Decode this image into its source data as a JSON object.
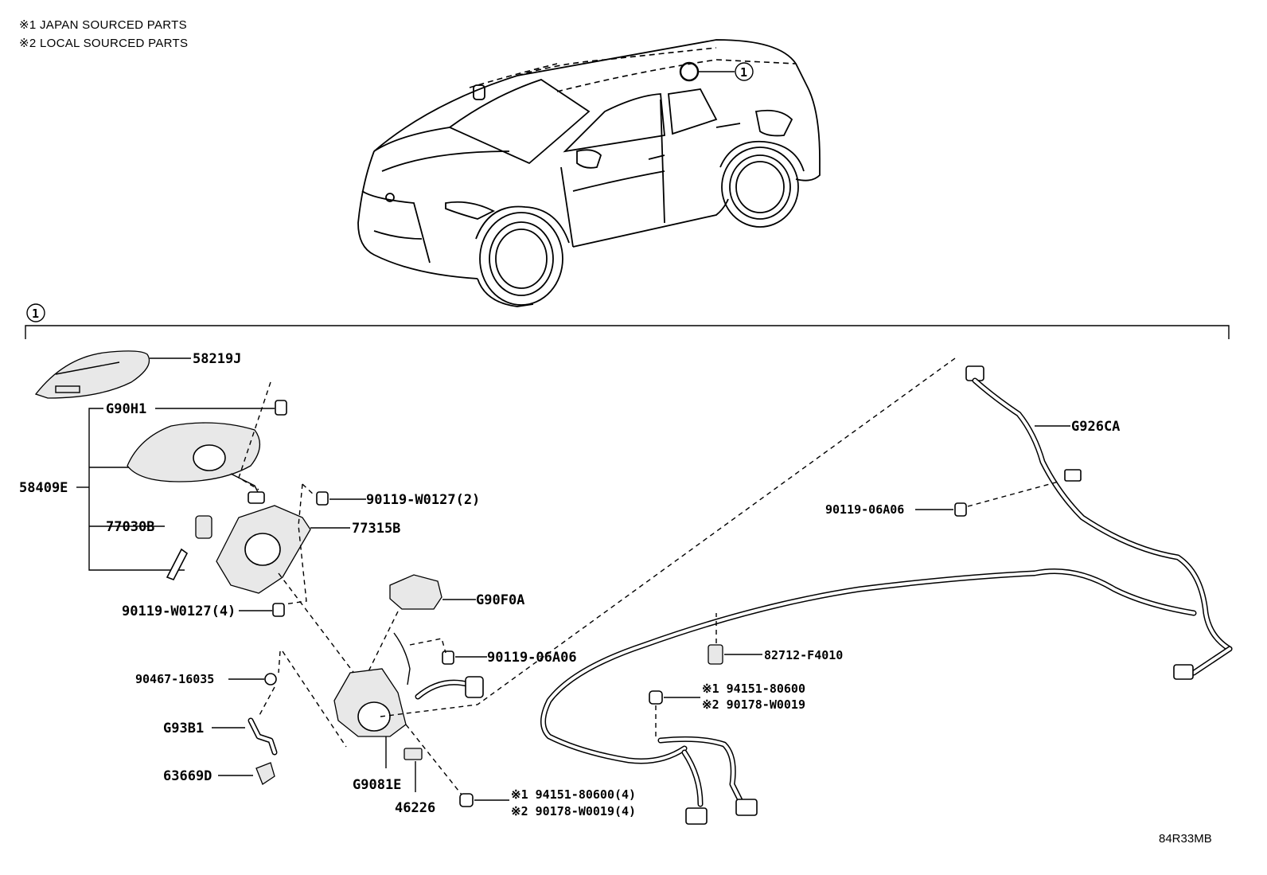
{
  "notes": [
    "※1 JAPAN SOURCED PARTS",
    "※2 LOCAL SOURCED PARTS"
  ],
  "callout_marker": "1",
  "section_marker": "1",
  "part_labels": {
    "p58219J": "58219J",
    "pG90H1": "G90H1",
    "p58409E": "58409E",
    "p77030B": "77030B",
    "p90119W0127_2": "90119-W0127(2)",
    "p77315B": "77315B",
    "p90119W0127_4": "90119-W0127(4)",
    "pG90F0A": "G90F0A",
    "p9011906A06_a": "90119-06A06",
    "p9046716035": "90467-16035",
    "pG93B1": "G93B1",
    "p63669D": "63669D",
    "pG9081E": "G9081E",
    "p46226": "46226",
    "p94151_80600_4": "※1 94151-80600(4)",
    "p90178_W0019_4": "※2 90178-W0019(4)",
    "pG926CA": "G926CA",
    "p9011906A06_b": "90119-06A06",
    "p82712F4010": "82712-F4010",
    "p94151_80600": "※1 94151-80600",
    "p90178_W0019": "※2 90178-W0019"
  },
  "diagram_code": "84R33MB"
}
